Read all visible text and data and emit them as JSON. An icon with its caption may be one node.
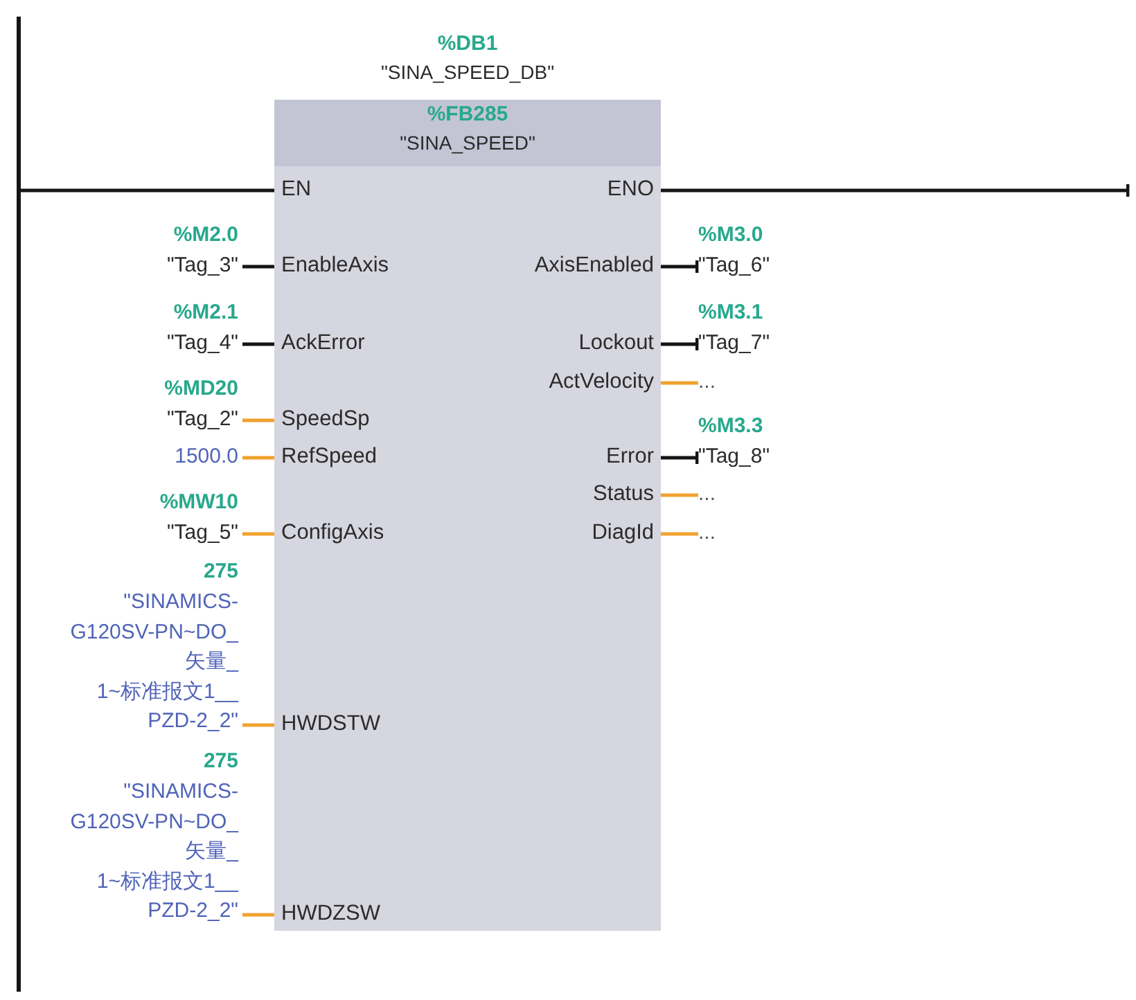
{
  "diagram": {
    "nodes": [
      {
        "text": [],
        "shape": "bar"
      },
      {
        "text": [
          "%DB1",
          "\"SINA_SPEED_DB\""
        ]
      },
      {
        "text": [
          "%FB285",
          "\"SINA_SPEED\""
        ],
        "in": 1
      },
      {
        "text": [
          "EN"
        ],
        "in": 1
      },
      {
        "text": [
          "ENO"
        ],
        "in": 1
      },
      {
        "text": [
          "%M2.0",
          "\"Tag_3\""
        ]
      },
      {
        "text": [
          "EnableAxis"
        ],
        "in": 1
      },
      {
        "text": [
          "AxisEnabled"
        ],
        "in": 1
      },
      {
        "text": [
          "%M3.0",
          "\"Tag_6\""
        ]
      },
      {
        "text": [
          "%M2.1",
          "\"Tag_4\""
        ]
      },
      {
        "text": [
          "AckError"
        ],
        "in": 1
      },
      {
        "text": [
          "Lockout"
        ],
        "in": 1
      },
      {
        "text": [
          "%M3.1",
          "\"Tag_7\""
        ]
      },
      {
        "text": [
          "ActVelocity"
        ],
        "in": 1
      },
      {
        "text": [
          "..."
        ]
      },
      {
        "text": [
          "%MD20",
          "\"Tag_2\""
        ]
      },
      {
        "text": [
          "SpeedSp"
        ],
        "in": 1
      },
      {
        "text": [
          "1500.0"
        ]
      },
      {
        "text": [
          "RefSpeed"
        ],
        "in": 1
      },
      {
        "text": [
          "Error"
        ],
        "in": 1
      },
      {
        "text": [
          "%M3.3",
          "\"Tag_8\""
        ]
      },
      {
        "text": [
          "Status"
        ],
        "in": 1
      },
      {
        "text": [
          "..."
        ]
      },
      {
        "text": [
          "%MW10",
          "\"Tag_5\""
        ]
      },
      {
        "text": [
          "ConfigAxis"
        ],
        "in": 1
      },
      {
        "text": [
          "DiagId"
        ],
        "in": 1
      },
      {
        "text": [
          "..."
        ]
      },
      {
        "text": [
          "275",
          "\"SINAMICS- G120SV-PN~DO_ 矢量_ 1~标准报文1__ PZD-2_2\""
        ]
      },
      {
        "text": [
          "HWDSTW"
        ],
        "in": 1
      },
      {
        "text": [
          "275",
          "\"SINAMICS- G120SV-PN~DO_ 矢量_ 1~标准报文1__ PZD-2_2\""
        ]
      },
      {
        "text": [
          "HWDZSW"
        ],
        "in": 1
      }
    ],
    "edges": [
      {
        "from": 0,
        "to": 3,
        "arrow": "none",
        "color": "#151515"
      },
      {
        "from": 4,
        "to": null,
        "arrow": "other",
        "color": "#151515"
      },
      {
        "from": 5,
        "to": 6,
        "arrow": "none",
        "color": "#151515"
      },
      {
        "from": 7,
        "to": 8,
        "arrow": "other",
        "color": "#151515"
      },
      {
        "from": 9,
        "to": 10,
        "arrow": "none",
        "color": "#151515"
      },
      {
        "from": 11,
        "to": 12,
        "arrow": "other",
        "color": "#151515"
      },
      {
        "from": 13,
        "to": 14,
        "arrow": "none"
      },
      {
        "from": 15,
        "to": 16,
        "arrow": "none"
      },
      {
        "from": 17,
        "to": 18,
        "arrow": "none"
      },
      {
        "from": 19,
        "to": 20,
        "arrow": "other",
        "color": "#151515"
      },
      {
        "from": 21,
        "to": 22,
        "arrow": "none"
      },
      {
        "from": 23,
        "to": 24,
        "arrow": "none"
      },
      {
        "from": 25,
        "to": 26,
        "arrow": "none"
      },
      {
        "from": 27,
        "to": 28,
        "arrow": "none"
      },
      {
        "from": 29,
        "to": 30,
        "arrow": "none"
      }
    ]
  }
}
